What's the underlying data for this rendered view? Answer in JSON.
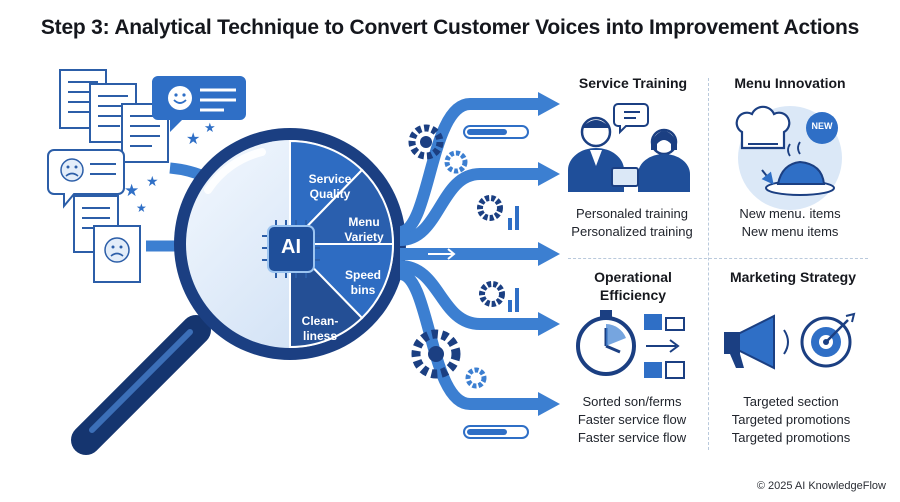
{
  "title": "Step 3: Analytical Technique to Convert Customer Voices into Improvement Actions",
  "wheel": {
    "center": "AI",
    "segments": [
      {
        "line1": "Service",
        "line2": "Quality"
      },
      {
        "line1": "Menu",
        "line2": "Variety"
      },
      {
        "line1": "Speed",
        "line2": "bins"
      },
      {
        "line1": "Clean-",
        "line2": "liness"
      }
    ]
  },
  "panels": {
    "service_training": {
      "heading": "Service Training",
      "lines": [
        "Personaled training",
        "Personalized training"
      ]
    },
    "menu_innovation": {
      "heading": "Menu Innovation",
      "badge": "NEW",
      "lines": [
        "New menu․ items",
        "New menu items"
      ]
    },
    "operational_efficiency": {
      "heading_line1": "Operational",
      "heading_line2": "Efficiency",
      "lines": [
        "Sorted son/ferms",
        "Faster service flow",
        "Faster service flow"
      ]
    },
    "marketing_strategy": {
      "heading": "Marketing Strategy",
      "lines": [
        "Targeted section",
        "Targeted promotions",
        "Targeted promotions"
      ]
    }
  },
  "copyright": "© 2025 AI KnowledgeFlow",
  "colors": {
    "dark_blue": "#1f4f9a",
    "mid_blue": "#3c7fd1",
    "light_blue": "#dbe8f7",
    "navy": "#1a2f5e"
  }
}
